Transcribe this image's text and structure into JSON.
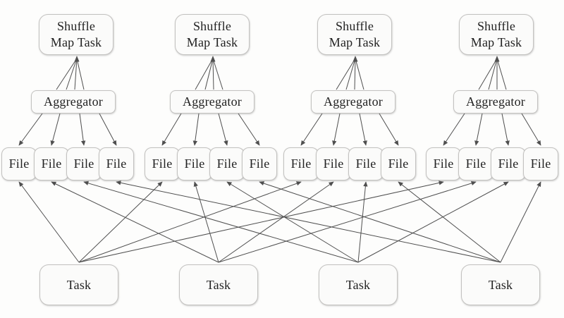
{
  "diagram": {
    "type": "architecture-diagram",
    "groups": [
      {
        "shuffle_map_task": "Shuffle\nMap Task",
        "aggregator": "Aggregator",
        "files": [
          "File",
          "File",
          "File",
          "File"
        ]
      },
      {
        "shuffle_map_task": "Shuffle\nMap Task",
        "aggregator": "Aggregator",
        "files": [
          "File",
          "File",
          "File",
          "File"
        ]
      },
      {
        "shuffle_map_task": "Shuffle\nMap Task",
        "aggregator": "Aggregator",
        "files": [
          "File",
          "File",
          "File",
          "File"
        ]
      },
      {
        "shuffle_map_task": "Shuffle\nMap Task",
        "aggregator": "Aggregator",
        "files": [
          "File",
          "File",
          "File",
          "File"
        ]
      }
    ],
    "tasks": [
      "Task",
      "Task",
      "Task",
      "Task"
    ],
    "connections": {
      "aggregator_to_shuffle_map_task": {
        "lines_per_group": 4,
        "arrowhead_at": "Shuffle Map Task bottom",
        "direction": "up"
      },
      "aggregator_to_files": {
        "lines_per_group": 4,
        "arrowhead_at": "File top",
        "direction": "down"
      },
      "tasks_to_files": {
        "rule": "Task i points an arrow at File i of every group",
        "total_lines": 16,
        "arrowhead_at": "File bottom",
        "direction": "up"
      }
    },
    "colors": {
      "background": "#fdfdfc",
      "box_fill": "#fbfbfa",
      "box_border": "#c3c2c0",
      "line": "#4f4f4f",
      "text": "#222222"
    }
  }
}
